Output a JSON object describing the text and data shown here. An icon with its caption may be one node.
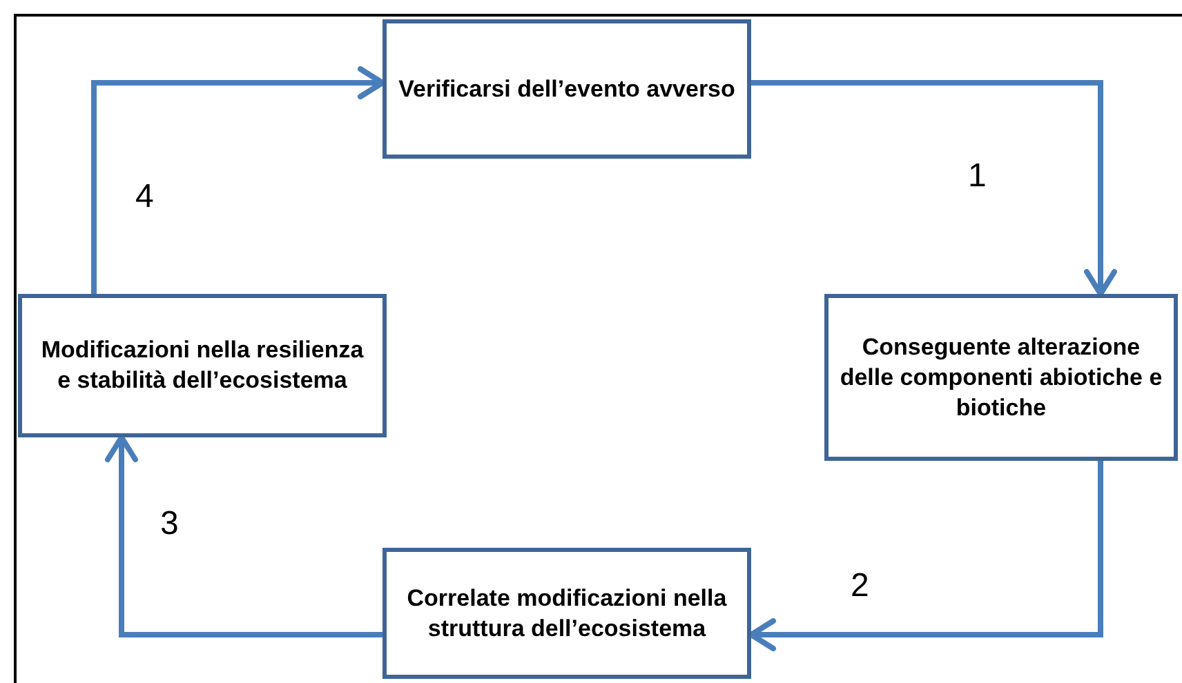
{
  "diagram": {
    "nodes": [
      {
        "text": [
          "Verificarsi dell’evento avverso"
        ]
      },
      {
        "text": [
          "Conseguente alterazione delle componenti abiotiche e biotiche"
        ]
      },
      {
        "text": [
          "Correlate modificazioni nella struttura dell’ecosistema"
        ]
      },
      {
        "text": [
          "Modificazioni nella resilienza e stabilità dell’ecosistema"
        ]
      }
    ],
    "edges": [
      {
        "from": 0,
        "to": 1,
        "arrow": "to"
      },
      {
        "from": 1,
        "to": 2,
        "arrow": "to"
      },
      {
        "from": 2,
        "to": 3,
        "arrow": "to"
      },
      {
        "from": 3,
        "to": 0,
        "arrow": "to"
      }
    ],
    "labels": [
      "4",
      "1",
      "3",
      "2"
    ]
  }
}
